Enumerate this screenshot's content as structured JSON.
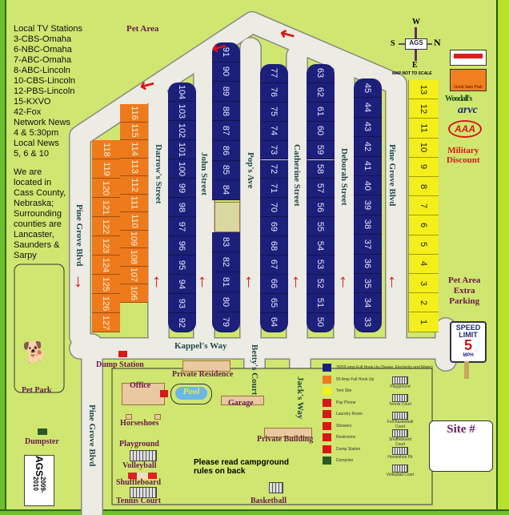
{
  "tv_info": [
    "Local TV Stations",
    "3-CBS-Omaha",
    "6-NBC-Omaha",
    "7-ABC-Omaha",
    "8-ABC-Lincoln",
    "10-CBS-Lincoln",
    "12-PBS-Lincoln",
    "15-KXVO",
    "42-Fox",
    "Network News",
    "4 & 5:30pm",
    "Local News",
    "5, 6 & 10"
  ],
  "location_info": [
    "We are",
    "located in",
    "Cass County,",
    "Nebraska;",
    "Surrounding",
    "counties are",
    "Lancaster,",
    "Saunders &",
    "Sarpy"
  ],
  "areas": {
    "pet_area_top": "Pet Area",
    "pet_park": "Pet Park",
    "dumpster": "Dumpster",
    "dump_station": "Dump Station",
    "office": "Office",
    "pool": "Pool",
    "private_residence": "Private Residence",
    "garage": "Garage",
    "private_building": "Private Building",
    "horseshoes": "Horseshoes",
    "playground": "Playground",
    "volleyball": "Volleyball",
    "shuffleboard": "Shuffleboard",
    "tennis_court": "Tennis Court",
    "basketball": "Basketball",
    "pet_area_parking": [
      "Pet Area",
      "Extra",
      "Parking"
    ],
    "military_discount": [
      "Military",
      "Discount"
    ]
  },
  "streets": {
    "pine_grove_left": "Pine Grove Blvd",
    "darrow": "Darrow's Street",
    "john": "John Street",
    "pops": "Pop's Ave",
    "catherine": "Catherine Street",
    "deborah": "Deborah Street",
    "pine_grove_right": "Pine Grove Blvd",
    "kappel": "Kappel's Way",
    "bettys": "Betty's Court",
    "jacks": "Jack's Way",
    "pine_grove_lower": "Pine Grove Blvd"
  },
  "compass": {
    "n": "N",
    "s": "S",
    "e": "E",
    "w": "W",
    "center": "AGS",
    "note": "MAP NOT TO SCALE"
  },
  "badge": {
    "brand": "AGS",
    "years": "2009-2010"
  },
  "speed_sign": {
    "line1": "SPEED",
    "line2": "LIMIT",
    "value": "5",
    "unit": "MPH"
  },
  "site_box": {
    "label": "Site #"
  },
  "notice": "Please read campground rules on back",
  "partners": [
    "Good Sam Park",
    "Woodall's",
    "arvc",
    "AAA"
  ],
  "legend": {
    "items": [
      {
        "label": "30/50 amp Full Hook Up (Sewer, Electricity and Water)",
        "color": "#1c207a"
      },
      {
        "label": "50 Amp Full Hook Up",
        "color": "#ee7a1c"
      },
      {
        "label": "Tent Site",
        "color": "#f4ef1a"
      },
      {
        "label": "Pay Phone",
        "color": "#d81818"
      },
      {
        "label": "Laundry Room",
        "color": "#d81818"
      },
      {
        "label": "Showers",
        "color": "#d81818"
      },
      {
        "label": "Restrooms",
        "color": "#d81818"
      },
      {
        "label": "Dump Station",
        "color": "#d81818"
      },
      {
        "label": "Dumpster",
        "color": "#2a5a2a"
      }
    ],
    "amenities": [
      "Playground",
      "Tennis Court",
      "Full Basketball Court",
      "Shuffleboard Court",
      "Horseshoe Pit",
      "Volleyball Court"
    ]
  },
  "sites": {
    "orange_a": [
      118,
      119,
      120,
      121,
      122,
      123,
      124,
      125,
      126,
      127
    ],
    "orange_b": [
      116,
      115,
      114,
      113,
      112,
      111,
      110,
      109,
      108,
      107,
      106
    ],
    "blue_1": [
      104,
      103,
      102,
      101,
      100,
      99,
      98,
      97,
      96,
      95,
      94,
      93,
      92
    ],
    "blue_2_top": [
      91,
      90,
      89,
      88,
      87,
      86,
      85,
      84
    ],
    "blue_2_bottom": [
      83,
      82,
      81,
      80,
      79
    ],
    "blue_3": [
      77,
      76,
      75,
      74,
      73,
      72,
      71,
      70,
      69,
      68,
      67,
      66,
      65,
      64
    ],
    "blue_4": [
      63,
      62,
      61,
      60,
      59,
      58,
      57,
      56,
      55,
      54,
      53,
      52,
      51,
      50
    ],
    "blue_5": [
      45,
      44,
      43,
      42,
      41,
      40,
      39,
      38,
      37,
      36,
      35,
      34,
      33
    ],
    "tent": [
      13,
      12,
      11,
      10,
      9,
      8,
      7,
      6,
      5,
      4,
      3,
      2,
      1
    ]
  }
}
